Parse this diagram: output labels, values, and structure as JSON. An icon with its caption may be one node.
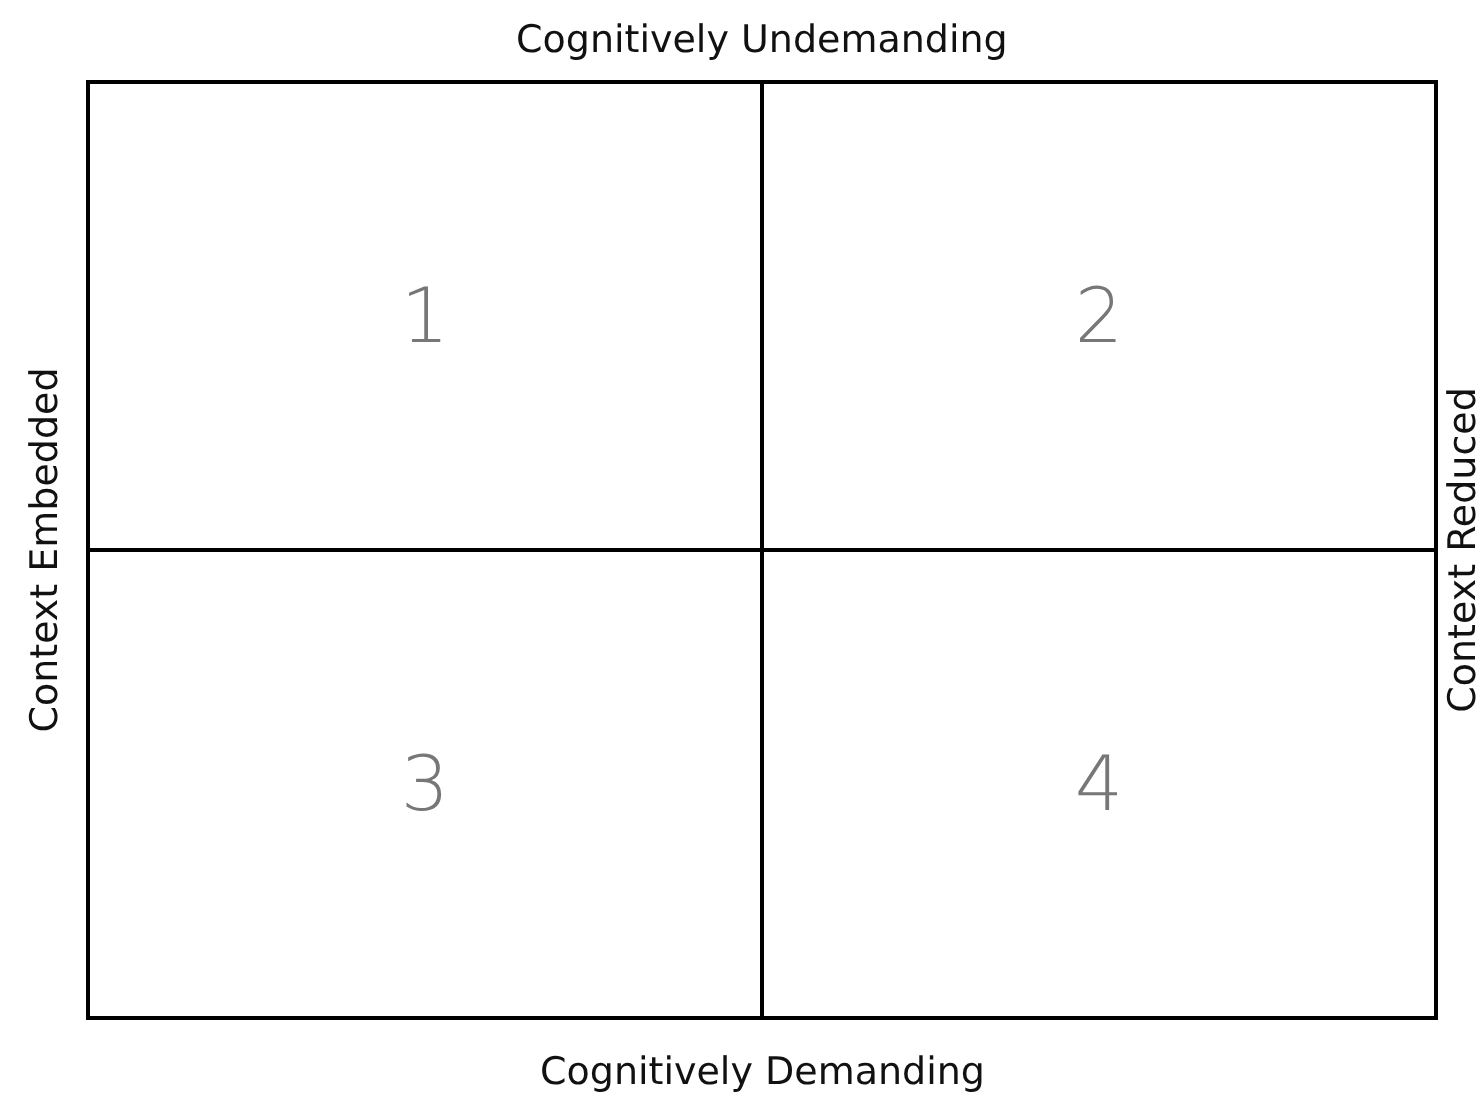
{
  "diagram": {
    "nodes": [
      {
        "text": [
          "1"
        ]
      },
      {
        "text": [
          "2"
        ]
      },
      {
        "text": [
          "3"
        ]
      },
      {
        "text": [
          "4"
        ]
      }
    ],
    "labels": [
      "Cognitively Undemanding",
      "Context Embedded",
      "Context Reduced",
      "Cognitively Demanding"
    ]
  }
}
